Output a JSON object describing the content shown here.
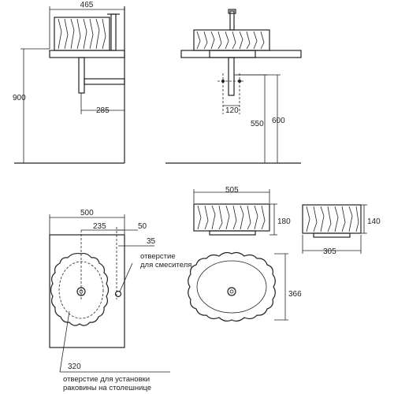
{
  "colors": {
    "line": "#222222",
    "background": "#ffffff"
  },
  "views": {
    "side_view": {
      "width_label": "465",
      "height_label": "900",
      "offset_label": "285"
    },
    "front_view": {
      "spacing_label": "120",
      "height_550_label": "550",
      "height_600_label": "600"
    },
    "top_view": {
      "width_label": "500",
      "dim_235_label": "235",
      "dim_50_label": "50",
      "dim_35_label": "35",
      "note_mixer_line1": "отверстие",
      "note_mixer_line2": "для смесителя",
      "dim_320_label": "320",
      "note_install_line1": "отверстие для установки",
      "note_install_line2": "раковины на столешнице"
    },
    "basin_elevation": {
      "width_label": "505",
      "height_label": "180"
    },
    "basin_small": {
      "width_label": "305",
      "height_label": "140"
    },
    "basin_plan": {
      "depth_label": "366"
    }
  }
}
